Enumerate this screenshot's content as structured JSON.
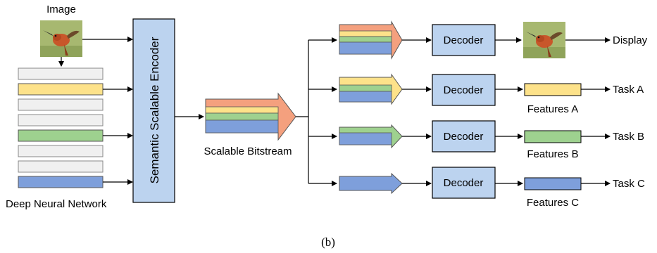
{
  "labels": {
    "image": "Image",
    "dnn": "Deep Neural Network",
    "encoder": "Semantic Scalable Encoder",
    "bitstream": "Scalable Bitstream",
    "decoder": "Decoder",
    "display": "Display",
    "task_a": "Task A",
    "task_b": "Task B",
    "task_c": "Task C",
    "features_a": "Features A",
    "features_b": "Features B",
    "features_c": "Features C",
    "caption": "(b)"
  },
  "colors": {
    "orange": "#f4a07e",
    "yellow": "#fde28a",
    "green": "#9ed18f",
    "blue": "#7e9fdb",
    "gray_layer": "#f0f0f0",
    "decoder_fill": "#bcd3ef",
    "encoder_fill": "#bcd3ef"
  },
  "icons": [
    "hummingbird-image",
    "hummingbird-image-output"
  ]
}
